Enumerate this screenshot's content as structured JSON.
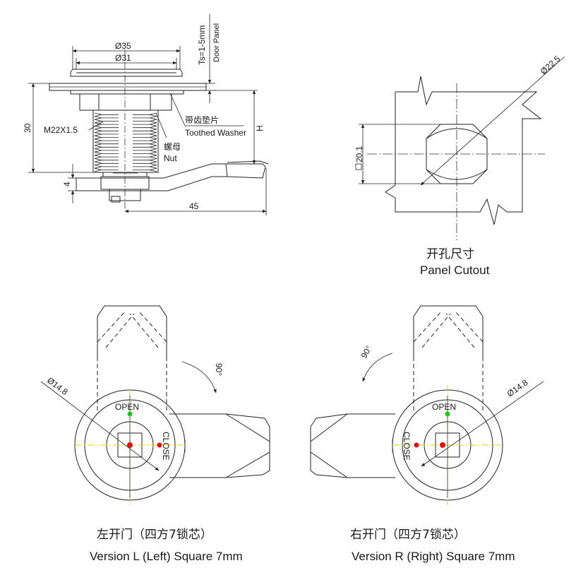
{
  "top_view": {
    "dim_outer": "Ø35",
    "dim_inner": "Ø31",
    "dim_panel": "Ts=1-5mm",
    "door_panel_label": "Door Panel",
    "dim_height": "30",
    "dim_h": "H",
    "dim_4": "4",
    "dim_45": "45",
    "thread_label": "M22X1.5",
    "washer_cn": "带齿垫片",
    "washer_en": "Toothed Washer",
    "nut_cn": "螺母",
    "nut_en": "Nut"
  },
  "cutout": {
    "dim_diameter": "Ø22.5",
    "dim_flat": "20.1",
    "title_cn": "开孔尺寸",
    "title_en": "Panel Cutout"
  },
  "version_left": {
    "angle": "90°",
    "dim_diameter": "Ø14.8",
    "open_label": "OPEN",
    "close_label": "CLOSE",
    "title_cn": "左开门（四方7锁芯）",
    "title_en": "Version L (Left) Square 7mm"
  },
  "version_right": {
    "angle": "90°",
    "dim_diameter": "Ø14.8",
    "open_label": "OPEN",
    "close_label": "CLOSE",
    "title_cn": "右开门（四方7锁芯）",
    "title_en": "Version R (Right) Square 7mm"
  },
  "colors": {
    "open_dot": "#1fc41f",
    "close_dot": "#e01010",
    "center_mark": "#e6d200"
  }
}
